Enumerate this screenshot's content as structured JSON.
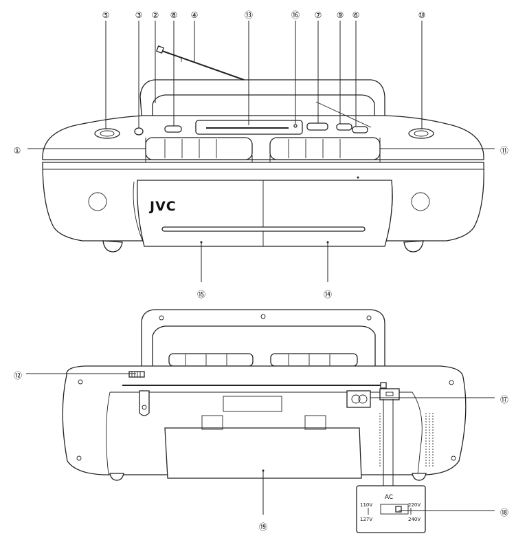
{
  "brand_logo": "JVC",
  "callouts": [
    {
      "id": "c1",
      "label": "①"
    },
    {
      "id": "c2",
      "label": "②"
    },
    {
      "id": "c3",
      "label": "③"
    },
    {
      "id": "c4",
      "label": "④"
    },
    {
      "id": "c5",
      "label": "⑤"
    },
    {
      "id": "c6",
      "label": "⑥"
    },
    {
      "id": "c7",
      "label": "⑦"
    },
    {
      "id": "c8",
      "label": "⑧"
    },
    {
      "id": "c9",
      "label": "⑨"
    },
    {
      "id": "c10",
      "label": "⑩"
    },
    {
      "id": "c11",
      "label": "⑪"
    },
    {
      "id": "c12",
      "label": "⑫"
    },
    {
      "id": "c13",
      "label": "⑬"
    },
    {
      "id": "c14",
      "label": "⑭"
    },
    {
      "id": "c15",
      "label": "⑮"
    },
    {
      "id": "c16",
      "label": "⑯"
    },
    {
      "id": "c17",
      "label": "⑰"
    },
    {
      "id": "c18",
      "label": "⑱"
    },
    {
      "id": "c19",
      "label": "⑲"
    }
  ],
  "voltage_selector": {
    "title": "AC",
    "low_top": "110V",
    "low_bottom": "127V",
    "high_top": "220V",
    "high_bottom": "240V"
  }
}
